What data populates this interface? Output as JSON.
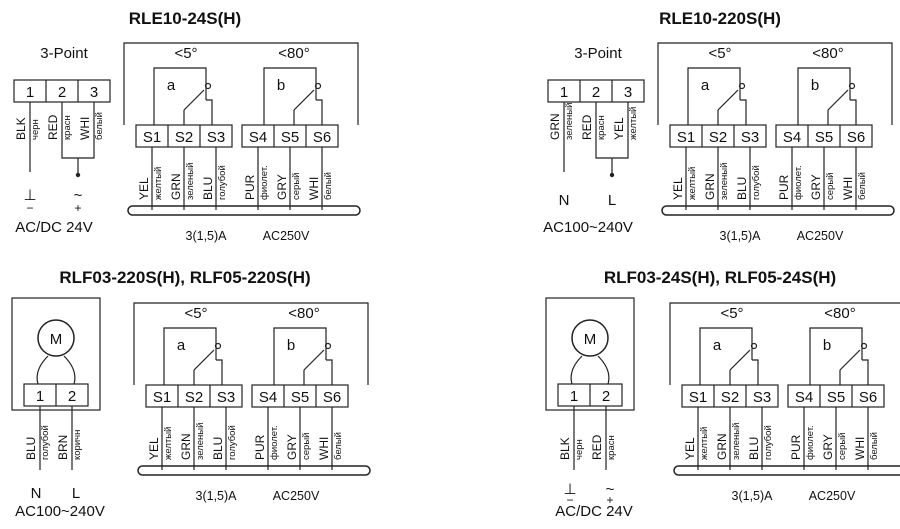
{
  "diagrams": [
    {
      "title": "RLE10-24S(H)",
      "supply": {
        "heading": "3-Point",
        "terminals": [
          "1",
          "2",
          "3"
        ],
        "wires": [
          {
            "code": "BLK",
            "ru": "черн"
          },
          {
            "code": "RED",
            "ru": "красн"
          },
          {
            "code": "WHI",
            "ru": "белый"
          }
        ],
        "sym_left": "⊥",
        "sym_left_sign": "−",
        "sym_right": "~",
        "sym_right_sign": "+",
        "caption": "AC/DC 24V"
      },
      "switches": {
        "angle_a": "<5°",
        "angle_b": "<80°",
        "contact_a": "a",
        "contact_b": "b",
        "terminals": [
          "S1",
          "S2",
          "S3",
          "S4",
          "S5",
          "S6"
        ],
        "wires": [
          {
            "code": "YEL",
            "ru": "желтый"
          },
          {
            "code": "GRN",
            "ru": "зеленый"
          },
          {
            "code": "BLU",
            "ru": "голубой"
          },
          {
            "code": "PUR",
            "ru": "фиолет."
          },
          {
            "code": "GRY",
            "ru": "серый"
          },
          {
            "code": "WHI",
            "ru": "белый"
          }
        ],
        "rating_current": "3(1,5)A",
        "rating_voltage": "AC250V"
      }
    },
    {
      "title": "RLE10-220S(H)",
      "supply": {
        "heading": "3-Point",
        "terminals": [
          "1",
          "2",
          "3"
        ],
        "wires": [
          {
            "code": "GRN",
            "ru": "зеленый"
          },
          {
            "code": "RED",
            "ru": "красн"
          },
          {
            "code": "YEL",
            "ru": "желтый"
          }
        ],
        "label_left": "N",
        "label_right": "L",
        "caption": "AC100~240V"
      },
      "switches": {
        "angle_a": "<5°",
        "angle_b": "<80°",
        "contact_a": "a",
        "contact_b": "b",
        "terminals": [
          "S1",
          "S2",
          "S3",
          "S4",
          "S5",
          "S6"
        ],
        "wires": [
          {
            "code": "YEL",
            "ru": "желтый"
          },
          {
            "code": "GRN",
            "ru": "зеленый"
          },
          {
            "code": "BLU",
            "ru": "голубой"
          },
          {
            "code": "PUR",
            "ru": "фиолет."
          },
          {
            "code": "GRY",
            "ru": "серый"
          },
          {
            "code": "WHI",
            "ru": "белый"
          }
        ],
        "rating_current": "3(1,5)A",
        "rating_voltage": "AC250V"
      }
    },
    {
      "title": "RLF03-220S(H), RLF05-220S(H)",
      "supply": {
        "motor": "M",
        "terminals": [
          "1",
          "2"
        ],
        "wires": [
          {
            "code": "BLU",
            "ru": "голубой"
          },
          {
            "code": "BRN",
            "ru": "коричн"
          }
        ],
        "label_left": "N",
        "label_right": "L",
        "caption": "AC100~240V"
      },
      "switches": {
        "angle_a": "<5°",
        "angle_b": "<80°",
        "contact_a": "a",
        "contact_b": "b",
        "terminals": [
          "S1",
          "S2",
          "S3",
          "S4",
          "S5",
          "S6"
        ],
        "wires": [
          {
            "code": "YEL",
            "ru": "желтый"
          },
          {
            "code": "GRN",
            "ru": "зеленый"
          },
          {
            "code": "BLU",
            "ru": "голубой"
          },
          {
            "code": "PUR",
            "ru": "фиолет."
          },
          {
            "code": "GRY",
            "ru": "серый"
          },
          {
            "code": "WHI",
            "ru": "белый"
          }
        ],
        "rating_current": "3(1,5)A",
        "rating_voltage": "AC250V"
      }
    },
    {
      "title": "RLF03-24S(H), RLF05-24S(H)",
      "supply": {
        "motor": "M",
        "terminals": [
          "1",
          "2"
        ],
        "wires": [
          {
            "code": "BLK",
            "ru": "черн"
          },
          {
            "code": "RED",
            "ru": "красн"
          }
        ],
        "sym_left": "⊥",
        "sym_left_sign": "−",
        "sym_right": "~",
        "sym_right_sign": "+",
        "caption": "AC/DC 24V"
      },
      "switches": {
        "angle_a": "<5°",
        "angle_b": "<80°",
        "contact_a": "a",
        "contact_b": "b",
        "terminals": [
          "S1",
          "S2",
          "S3",
          "S4",
          "S5",
          "S6"
        ],
        "wires": [
          {
            "code": "YEL",
            "ru": "желтый"
          },
          {
            "code": "GRN",
            "ru": "зеленый"
          },
          {
            "code": "BLU",
            "ru": "голубой"
          },
          {
            "code": "PUR",
            "ru": "фиолет."
          },
          {
            "code": "GRY",
            "ru": "серый"
          },
          {
            "code": "WHI",
            "ru": "белый"
          }
        ],
        "rating_current": "3(1,5)A",
        "rating_voltage": "AC250V"
      }
    }
  ]
}
